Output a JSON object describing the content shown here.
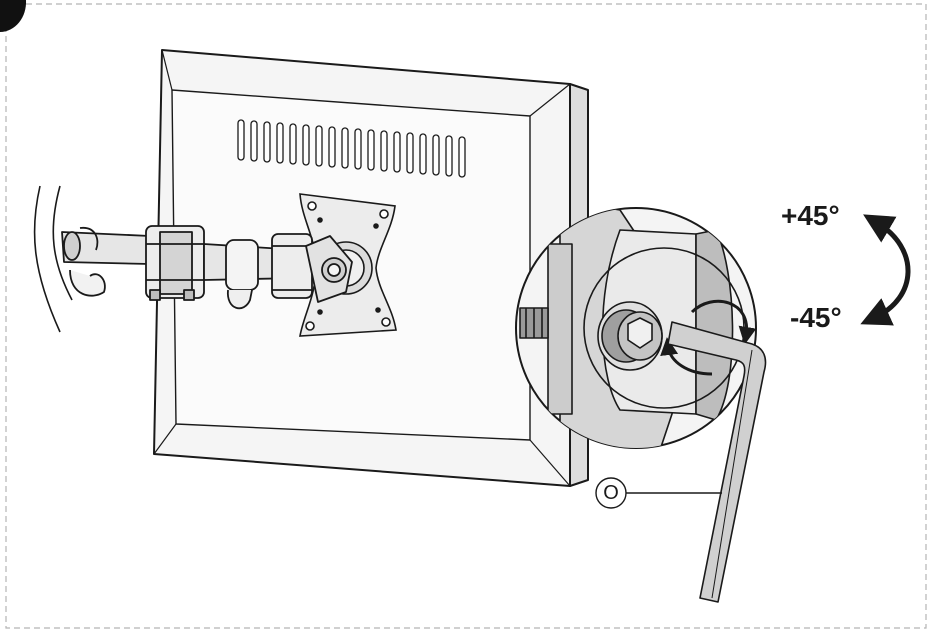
{
  "figure": {
    "type": "assembly-diagram",
    "subject": "monitor-arm-tilt-adjustment",
    "colors": {
      "line": "#1a1a1a",
      "fill_light": "#f2f2f2",
      "fill_mid": "#d9d9d9",
      "fill_dark": "#9a9a9a",
      "frame_dash": "#b5b5b5",
      "step_marker": "#111111"
    }
  },
  "labels": {
    "tilt_plus": "+45°",
    "tilt_minus": "-45°",
    "tool_callout": "O"
  },
  "icons": {
    "rotation": "double-curved-arrow-icon",
    "turn": "circular-turn-arrows-icon"
  }
}
